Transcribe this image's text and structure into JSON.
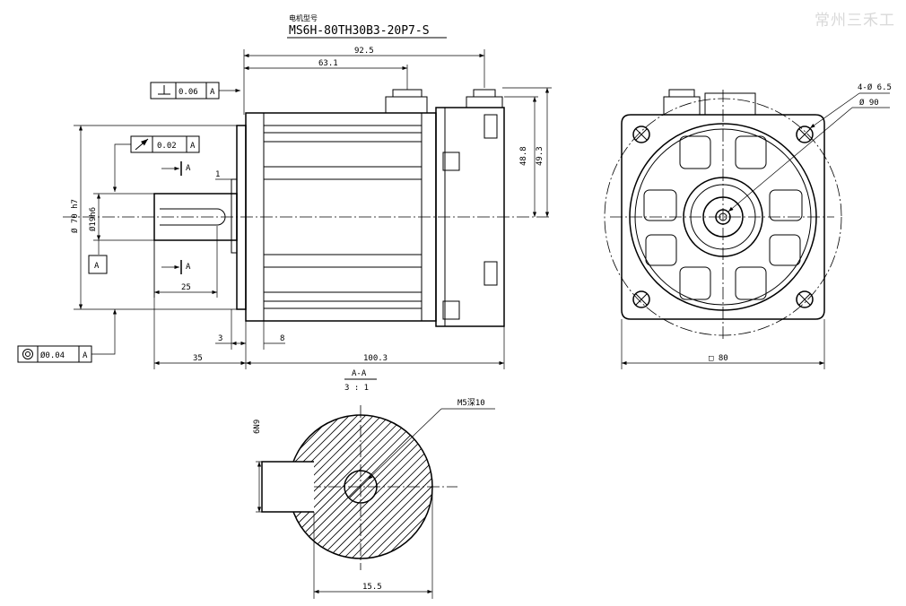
{
  "watermark": "常州三禾工",
  "title_block": {
    "label": "电机型号",
    "model": "MS6H-80TH30B3-20P7-S"
  },
  "tolerances": {
    "perpendicularity": {
      "value": "0.06",
      "datum": "A"
    },
    "runout": {
      "value": "0.02",
      "datum": "A"
    },
    "concentricity": {
      "value": "Ø0.04",
      "datum": "A"
    },
    "datum_box": "A"
  },
  "side_view": {
    "dims": {
      "total_top": "92.5",
      "flange_to_connector": "63.1",
      "height_1": "48.8",
      "height_2": "49.3",
      "shaft_dia": "Ø19h6",
      "flange_dia": "Ø 70 h7",
      "key_len": "25",
      "small_1": "1",
      "small_3": "3",
      "small_8": "8",
      "shaft_len": "35",
      "body_len": "100.3"
    },
    "section_marks": [
      "A",
      "A"
    ]
  },
  "front_view": {
    "dims": {
      "holes": "4-Ø 6.5",
      "pcd": "Ø 90",
      "square": "□ 80"
    }
  },
  "section_view": {
    "title": "A-A",
    "scale": "3 : 1",
    "key_dim": "6N9",
    "thread": "M5深10",
    "width": "15.5"
  }
}
